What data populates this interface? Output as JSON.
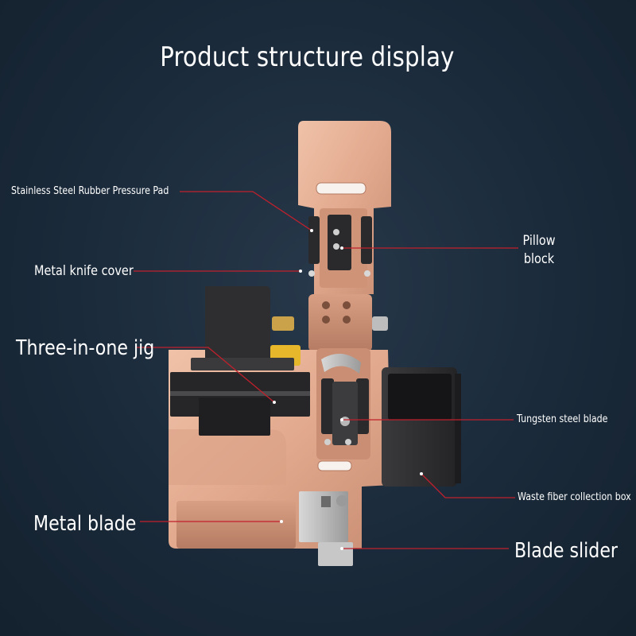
{
  "title": "Product structure display",
  "labels": {
    "pressure_pad": "Stainless Steel Rubber Pressure Pad",
    "knife_cover": "Metal knife cover",
    "jig": "Three-in-one jig",
    "metal_blade": "Metal blade",
    "pillow_block_line1": "Pillow",
    "pillow_block_line2": "block",
    "tungsten_blade": "Tungsten steel blade",
    "waste_box": "Waste fiber collection box",
    "blade_slider": "Blade slider"
  },
  "colors": {
    "background": "#1a2a3a",
    "leader_line": "#c0202c",
    "copper_body": "#e2a98e",
    "dark_part": "#2b2b2d",
    "label_text": "#ffffff"
  }
}
